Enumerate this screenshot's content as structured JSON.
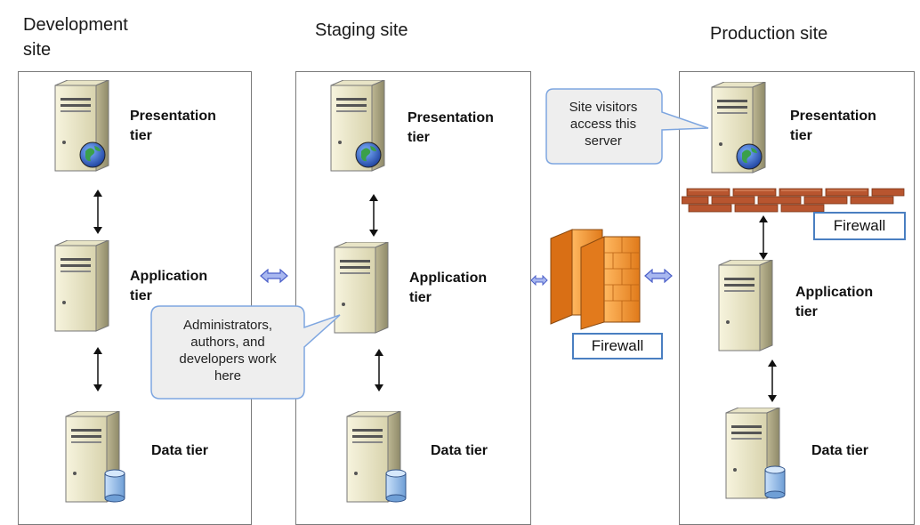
{
  "sites": [
    {
      "title": "Development\nsite"
    },
    {
      "title": "Staging site"
    },
    {
      "title": "Production site"
    }
  ],
  "tiers": {
    "presentation": "Presentation\ntier",
    "application": "Application\ntier",
    "data": "Data tier"
  },
  "callouts": {
    "visitors": "Site visitors\naccess this\nserver",
    "admins": "Administrators,\nauthors, and\ndevelopers work\nhere"
  },
  "firewall_label": "Firewall",
  "colors": {
    "server_body": "#ece8c8",
    "server_shade": "#b9b48c",
    "globe_blue": "#2a5fc9",
    "globe_green": "#3aa04a",
    "db_blue": "#9cc4ef",
    "arrow_fill": "#a9b8f0",
    "arrow_stroke": "#4b5fc8",
    "firewall_orange": "#f59e3a",
    "brick_red": "#b8552f",
    "callout_bg": "#eeeeee",
    "callout_border": "#7ea6e0"
  }
}
